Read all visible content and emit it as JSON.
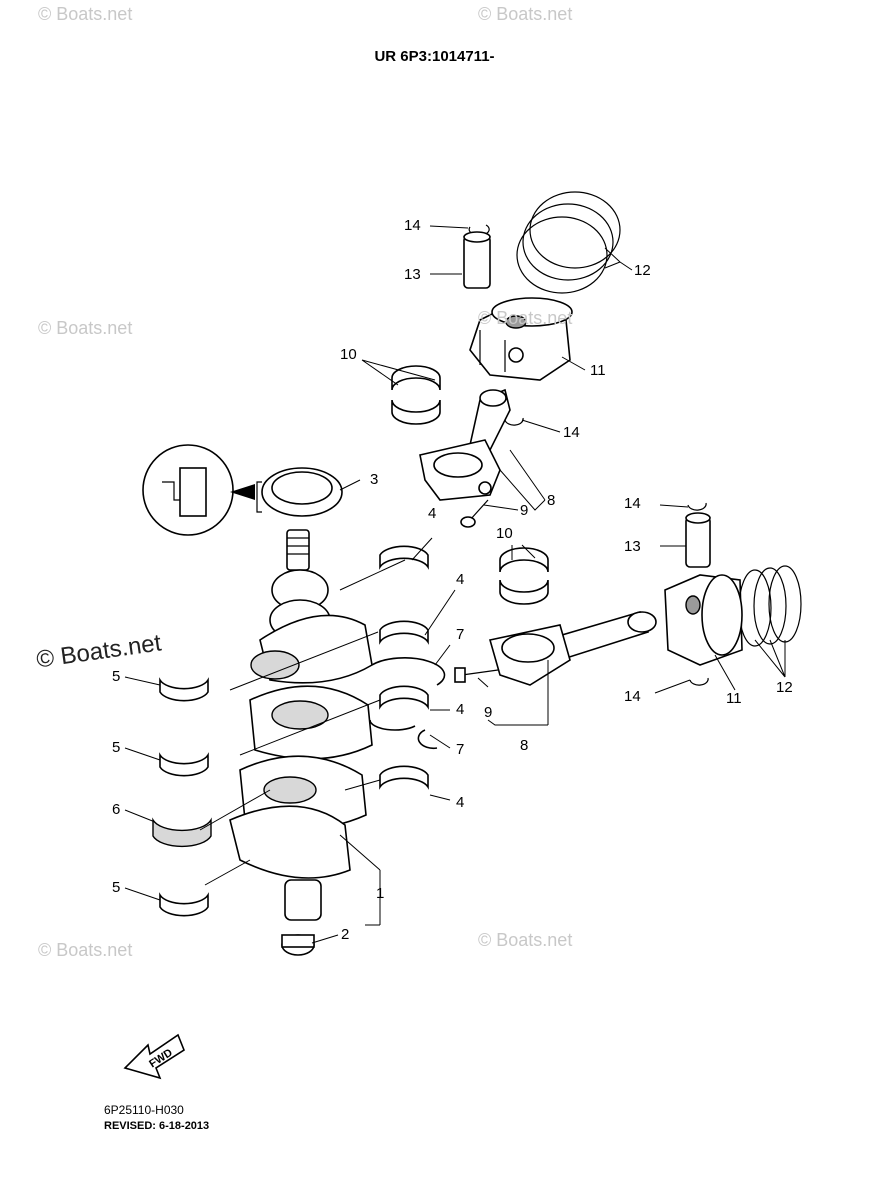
{
  "title": "UR 6P3:1014711-",
  "watermarks": [
    "© Boats.net",
    "© Boats.net",
    "© Boats.net",
    "© Boats.net",
    "© Boats.net",
    "© Boats.net"
  ],
  "watermark_big": "© Boats.net",
  "callouts": {
    "c14a": "14",
    "c13a": "13",
    "c12a": "12",
    "c11a": "11",
    "c10a": "10",
    "c14b": "14",
    "c3": "3",
    "c9a": "9",
    "c8a": "8",
    "c4a": "4",
    "c14c": "14",
    "c10b": "10",
    "c13b": "13",
    "c4b": "4",
    "c7a": "7",
    "c5a": "5",
    "c4c": "4",
    "c9b": "9",
    "c5b": "5",
    "c7b": "7",
    "c14d": "14",
    "c11b": "11",
    "c12b": "12",
    "c8b": "8",
    "c6": "6",
    "c4d": "4",
    "c5c": "5",
    "c1": "1",
    "c2": "2"
  },
  "fwd_label": "FWD",
  "diagram_number": "6P25110-H030",
  "revised": "REVISED: 6-18-2013"
}
